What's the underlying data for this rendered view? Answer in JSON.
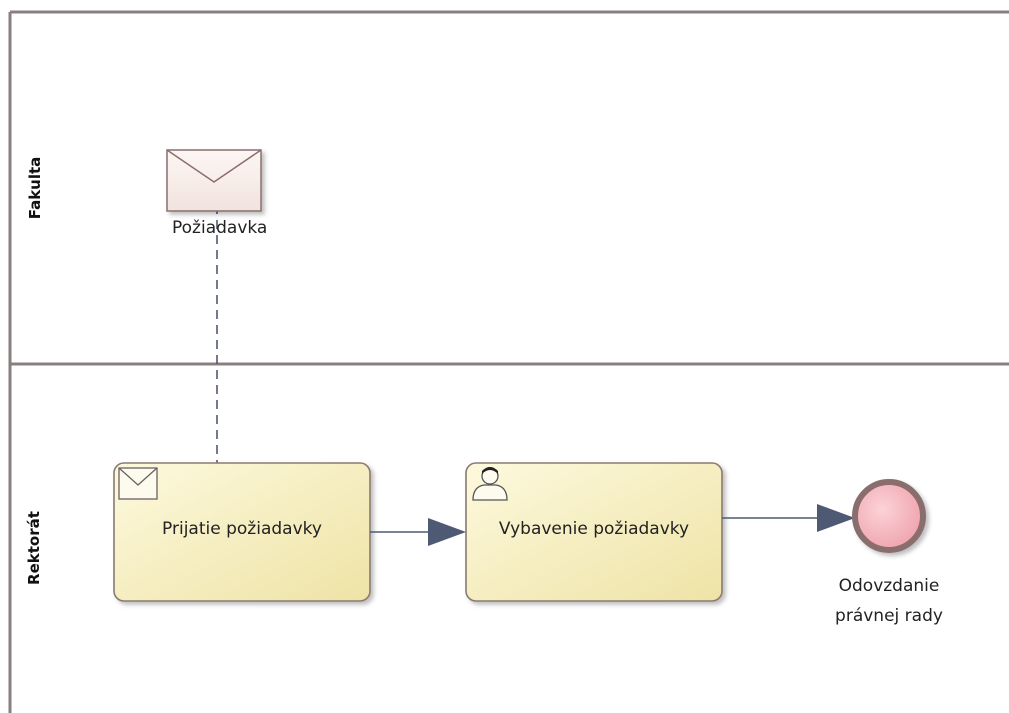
{
  "lanes": [
    {
      "label": "Fakulta"
    },
    {
      "label": "Rektorát"
    }
  ],
  "message": {
    "label": "Požiadavka",
    "icon": "envelope-icon"
  },
  "tasks": [
    {
      "label": "Prijatie požiadavky",
      "icon": "envelope-icon"
    },
    {
      "label": "Vybavenie požiadavky",
      "icon": "user-icon"
    }
  ],
  "end_event": {
    "label_line1": "Odovzdanie",
    "label_line2": "právnej rady"
  },
  "colors": {
    "lane_border": "#8a7f7f",
    "task_fill_start": "#fbf7d8",
    "task_fill_end": "#efe6ad",
    "task_border": "#8a7a70",
    "flow": "#4e5a73",
    "end_fill": "#f2b8bf",
    "end_border": "#8a6e6e"
  }
}
